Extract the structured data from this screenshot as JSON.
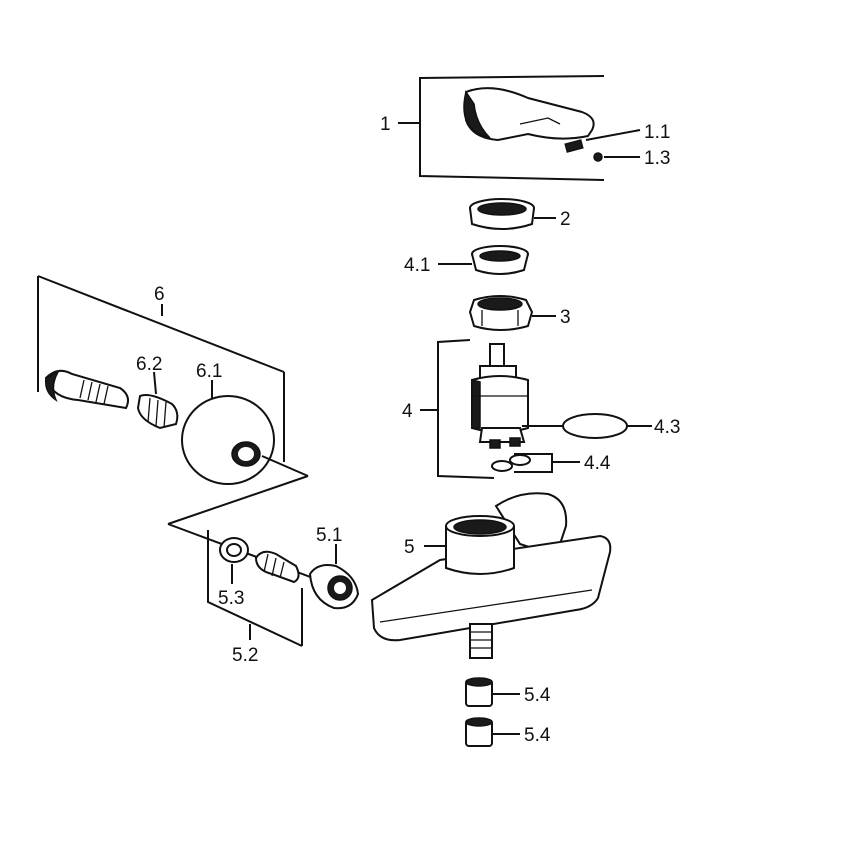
{
  "labels": {
    "l1": "1",
    "l1_1": "1.1",
    "l1_3": "1.3",
    "l2": "2",
    "l4_1": "4.1",
    "l3": "3",
    "l4": "4",
    "l4_3": "4.3",
    "l4_4": "4.4",
    "l5": "5",
    "l5_1": "5.1",
    "l5_2": "5.2",
    "l5_3": "5.3",
    "l5_4a": "5.4",
    "l5_4b": "5.4",
    "l6": "6",
    "l6_1": "6.1",
    "l6_2": "6.2"
  }
}
